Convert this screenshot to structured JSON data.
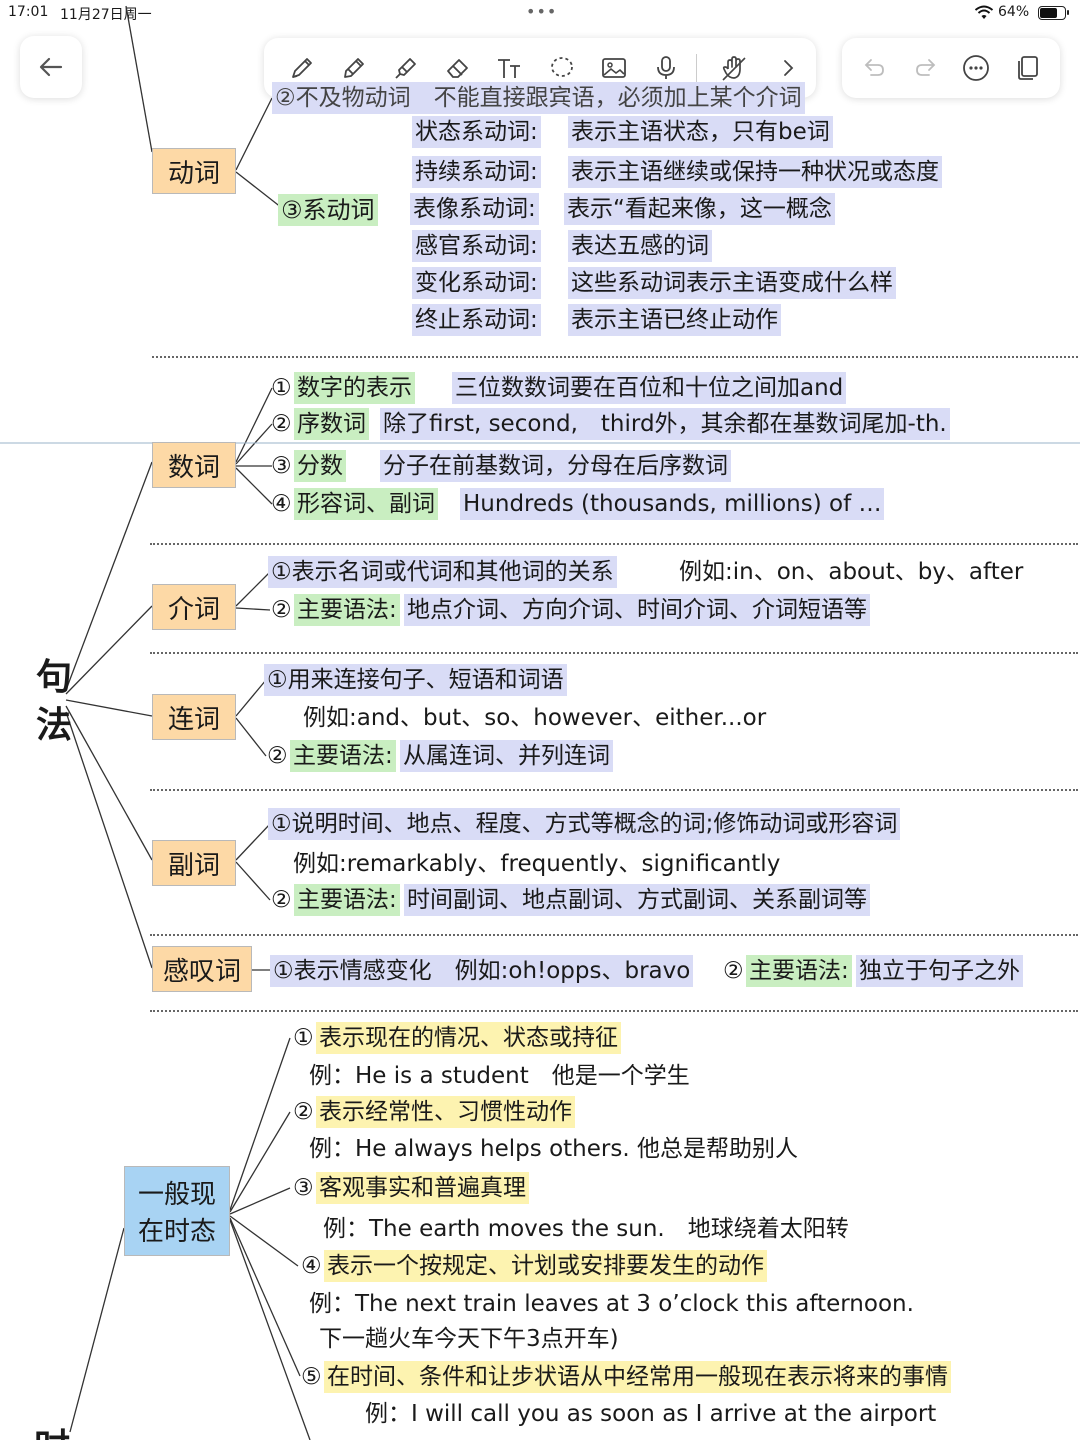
{
  "status": {
    "time": "17:01",
    "date": "11月27日周一",
    "battery": "64%"
  },
  "toolbar": {
    "back": "back-arrow",
    "tools": [
      "pen",
      "pencil",
      "highlighter",
      "eraser",
      "text",
      "lasso",
      "image",
      "microphone",
      "touch-hand",
      "chevron-right"
    ],
    "right": [
      "undo",
      "redo",
      "more",
      "pages"
    ]
  },
  "side": {
    "syntax_1": "句",
    "syntax_2": "法",
    "tense": "时"
  },
  "verb": {
    "label": "动词",
    "partial_top": "②不及物动词　不能直接跟宾语，必须加上某个介词",
    "link": "③系动词",
    "rows": [
      {
        "k": "状态系动词:",
        "v": "表示主语状态，只有be词"
      },
      {
        "k": "持续系动词:",
        "v": "表示主语继续或保持一种状况或态度"
      },
      {
        "k": "表像系动词:",
        "v": "表示“看起来像，这一概念"
      },
      {
        "k": "感官系动词:",
        "v": "表达五感的词"
      },
      {
        "k": "变化系动词:",
        "v": "这些系动词表示主语变成什么样"
      },
      {
        "k": "终止系动词:",
        "v": "表示主语已终止动作"
      }
    ]
  },
  "numeral": {
    "label": "数词",
    "items": [
      {
        "n": "①",
        "k": "数字的表示",
        "v": "三位数数词要在百位和十位之间加and"
      },
      {
        "n": "②",
        "k": "序数词",
        "v": "除了first, second,　third外，其余都在基数词尾加-th."
      },
      {
        "n": "③",
        "k": "分数",
        "v": "分子在前基数词，分母在后序数词"
      },
      {
        "n": "④",
        "k": "形容词、副词",
        "v": "Hundreds (thousands, millions) of …"
      }
    ]
  },
  "prep": {
    "label": "介词",
    "l1": "①表示名词或代词和其他词的关系",
    "l1b": "例如:in、on、about、by、after",
    "l2n": "②",
    "l2k": "主要语法:",
    "l2v": "地点介词、方向介词、时间介词、介词短语等"
  },
  "conj": {
    "label": "连词",
    "l1": "①用来连接句子、短语和词语",
    "ex": "例如:and、but、so、however、either...or",
    "l2n": "②",
    "l2k": "主要语法:",
    "l2v": "从属连词、并列连词"
  },
  "adv": {
    "label": "副词",
    "l1": "①说明时间、地点、程度、方式等概念的词;修饰动词或形容词",
    "ex": "例如:remarkably、frequently、significantly",
    "l2n": "②",
    "l2k": "主要语法:",
    "l2v": "时间副词、地点副词、方式副词、关系副词等"
  },
  "interj": {
    "label": "感叹词",
    "l1": "①表示情感变化　例如:oh!opps、bravo",
    "l2n": "②",
    "l2k": "主要语法:",
    "l2v": "独立于句子之外"
  },
  "present": {
    "label_1": "一般现",
    "label_2": "在时态",
    "items": [
      {
        "n": "①",
        "t": "表示现在的情况、状态或持征",
        "ex": "例：He is a student　他是一个学生"
      },
      {
        "n": "②",
        "t": "表示经常性、习惯性动作",
        "ex": "例：He always helps others. 他总是帮助别人"
      },
      {
        "n": "③",
        "t": "客观事实和普遍真理",
        "ex": "例：The earth moves the sun.　地球绕着太阳转"
      },
      {
        "n": "④",
        "t": "表示一个按规定、计划或安排要发生的动作",
        "ex": "例：The next train leaves at 3 o’clock this afternoon."
      },
      {
        "n": "⑤",
        "t": "在时间、条件和让步状语从中经常用一般现在表示将来的事情",
        "ex": "例：I will call you as soon as I arrive at the airport"
      }
    ],
    "ex4b": "下一趟火车今天下午3点开车)"
  }
}
